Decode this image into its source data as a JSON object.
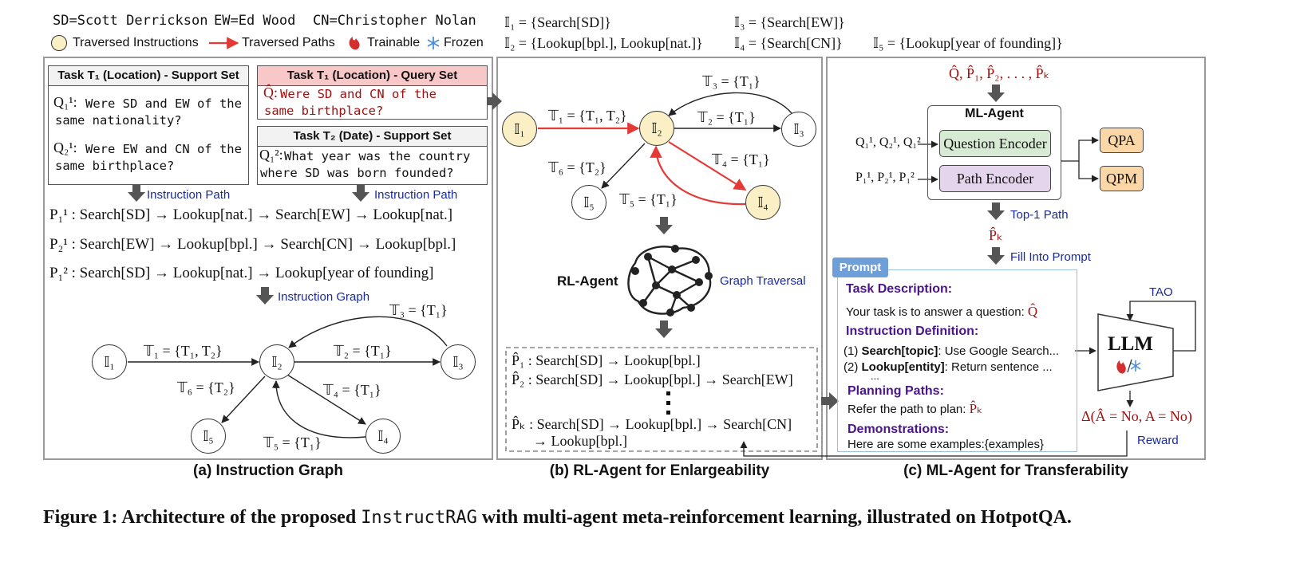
{
  "legend": {
    "abbreviations": [
      "SD=Scott Derrickson",
      "EW=Ed Wood",
      "CN=Christopher Nolan"
    ],
    "traversed_instructions": "Traversed Instructions",
    "traversed_paths": "Traversed Paths",
    "trainable": "Trainable",
    "frozen": "Frozen"
  },
  "instruction_sets": {
    "i1": "𝕀₁ = {Search[SD]}",
    "i2": "𝕀₂ = {Lookup[bpl.], Lookup[nat.]}",
    "i3": "𝕀₃ = {Search[EW]}",
    "i4": "𝕀₄ = {Search[CN]}",
    "i5": "𝕀₅ = {Lookup[year of founding]}"
  },
  "panel_a": {
    "support_title": "Task T₁ (Location) - Support Set",
    "support_q1_label": "Q₁¹:",
    "support_q1": "Were SD and EW of the\nsame nationality?",
    "support_q2_label": "Q₂¹:",
    "support_q2": "Were EW and CN of the\nsame birthplace?",
    "query_title": "Task T₁ (Location) - Query Set",
    "query_label": "Q̂:",
    "query_text": "Were SD and CN of the\nsame birthplace?",
    "task2_title": "Task T₂ (Date) - Support Set",
    "task2_label": "Q₁²:",
    "task2_text": "What year was the country\nwhere SD was born founded?",
    "instruction_path_left": "Instruction Path",
    "instruction_path_right": "Instruction Path",
    "paths": [
      "P₁¹ : Search[SD] → Lookup[nat.] → Search[EW] → Lookup[nat.]",
      "P₂¹ : Search[EW] → Lookup[bpl.] → Search[CN] → Lookup[bpl.]",
      "P₁² : Search[SD] → Lookup[nat.] → Lookup[year of founding]"
    ],
    "instruction_graph_label": "Instruction Graph",
    "caption": "(a) Instruction Graph"
  },
  "graph": {
    "nodes": [
      "𝕀₁",
      "𝕀₂",
      "𝕀₃",
      "𝕀₄",
      "𝕀₅"
    ],
    "edges": {
      "t1": "𝕋₁ = {T₁, T₂}",
      "t2": "𝕋₂ = {T₁}",
      "t3": "𝕋₃ = {T₁}",
      "t4": "𝕋₄ = {T₁}",
      "t5": "𝕋₅ = {T₁}",
      "t6": "𝕋₆ = {T₂}"
    }
  },
  "panel_b": {
    "rl_agent": "RL-Agent",
    "graph_traversal": "Graph Traversal",
    "paths": [
      "P̂₁ : Search[SD] → Lookup[bpl.]",
      "P̂₂ : Search[SD] → Lookup[bpl.] → Search[EW]",
      "P̂ₖ : Search[SD] → Lookup[bpl.] → Search[CN]",
      "→ Lookup[bpl.]"
    ],
    "caption": "(b) RL-Agent for Enlargeability"
  },
  "panel_c": {
    "inputs_top": "Q̂, P̂₁, P̂₂, . . . , P̂ₖ",
    "ml_agent": "ML-Agent",
    "question_inputs": "Q₁¹, Q₂¹, Q₁²",
    "path_inputs": "P₁¹, P₂¹, P₁²",
    "question_encoder": "Question Encoder",
    "path_encoder": "Path Encoder",
    "qpa": "QPA",
    "qpm": "QPM",
    "top1_path": "Top-1 Path",
    "pk": "P̂ₖ",
    "fill_into_prompt": "Fill Into Prompt",
    "prompt_tag": "Prompt",
    "task_description_title": "Task Description:",
    "task_description_text": "Your task is to answer a question: ",
    "task_description_q": "Q̂",
    "instruction_definition_title": "Instruction Definition:",
    "instr1_bold": "Search[topic]",
    "instr1_prefix": "(1) ",
    "instr1_rest": ": Use Google Search...",
    "instr2_prefix": "(2) ",
    "instr2_bold": "Lookup[entity]",
    "instr2_rest": ": Return sentence ...",
    "instr_more": "...",
    "planning_paths_title": "Planning Paths:",
    "planning_paths_text": "Refer the path to plan: ",
    "planning_paths_pk": "P̂ₖ",
    "demonstrations_title": "Demonstrations:",
    "demonstrations_text": "Here are some examples:{examples}",
    "tao": "TAO",
    "llm": "LLM",
    "delta": "Δ(Â = No, A = No)",
    "reward": "Reward",
    "caption": "(c) ML-Agent for Transferability"
  },
  "figure_caption": {
    "prefix": "Figure 1: Architecture of the proposed ",
    "name": "InstructRAG",
    "suffix": " with multi-agent meta-reinforcement learning, illustrated on HotpotQA."
  },
  "colors": {
    "traversed_node_fill": "#fbefc6",
    "traversed_path": "#e53935",
    "query_header": "#f8c8c8",
    "question_encoder": "#d7ead3",
    "path_encoder": "#e4d4ec",
    "qpa_qpm": "#fbd7a8",
    "prompt_tag": "#6f9fd8"
  }
}
